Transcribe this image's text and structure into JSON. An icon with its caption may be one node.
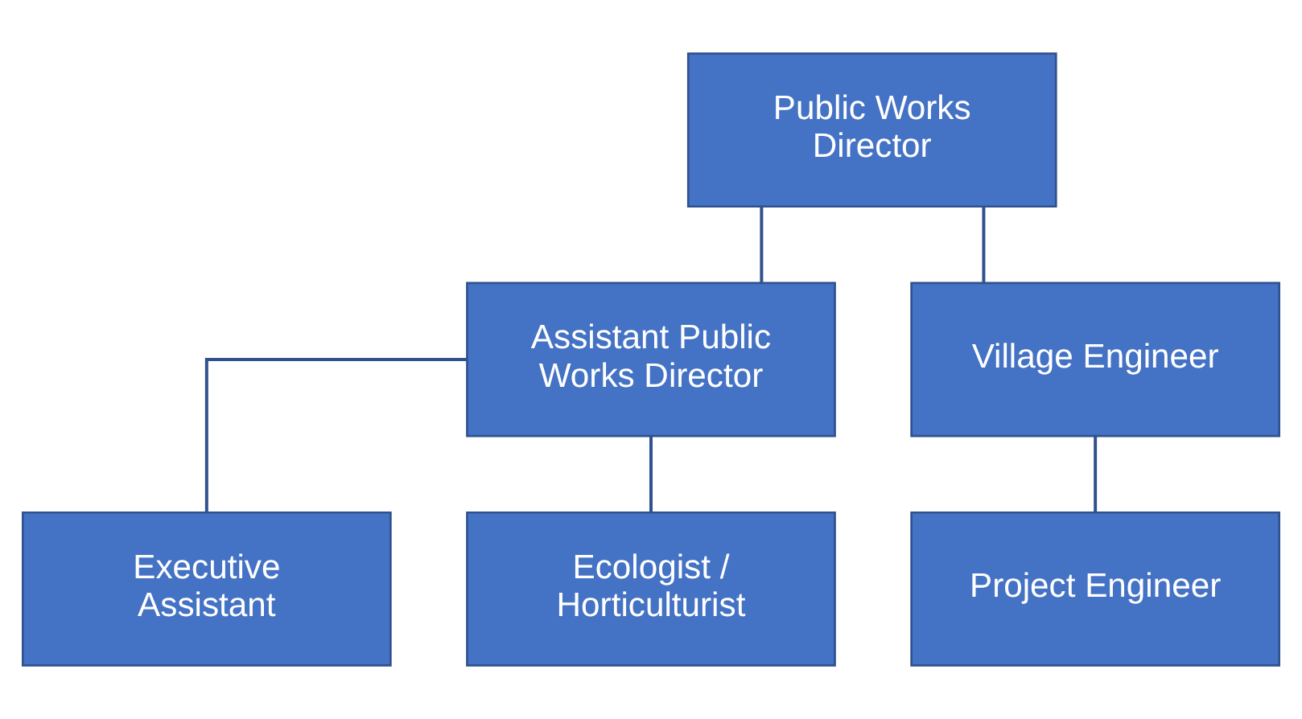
{
  "diagram": {
    "nodes": [
      {
        "text": [
          "Public Works Director"
        ]
      },
      {
        "text": [
          "Assistant Public Works Director"
        ]
      },
      {
        "text": [
          "Village Engineer"
        ]
      },
      {
        "text": [
          "Executive Assistant"
        ]
      },
      {
        "text": [
          "Ecologist / Horticulturist"
        ]
      },
      {
        "text": [
          "Project Engineer"
        ]
      }
    ],
    "edges": [
      {
        "from": 0,
        "to": 1,
        "arrow": "none"
      },
      {
        "from": 0,
        "to": 2,
        "arrow": "none"
      },
      {
        "from": 1,
        "to": 3,
        "arrow": "none"
      },
      {
        "from": 1,
        "to": 4,
        "arrow": "none"
      },
      {
        "from": 2,
        "to": 5,
        "arrow": "none"
      }
    ]
  }
}
